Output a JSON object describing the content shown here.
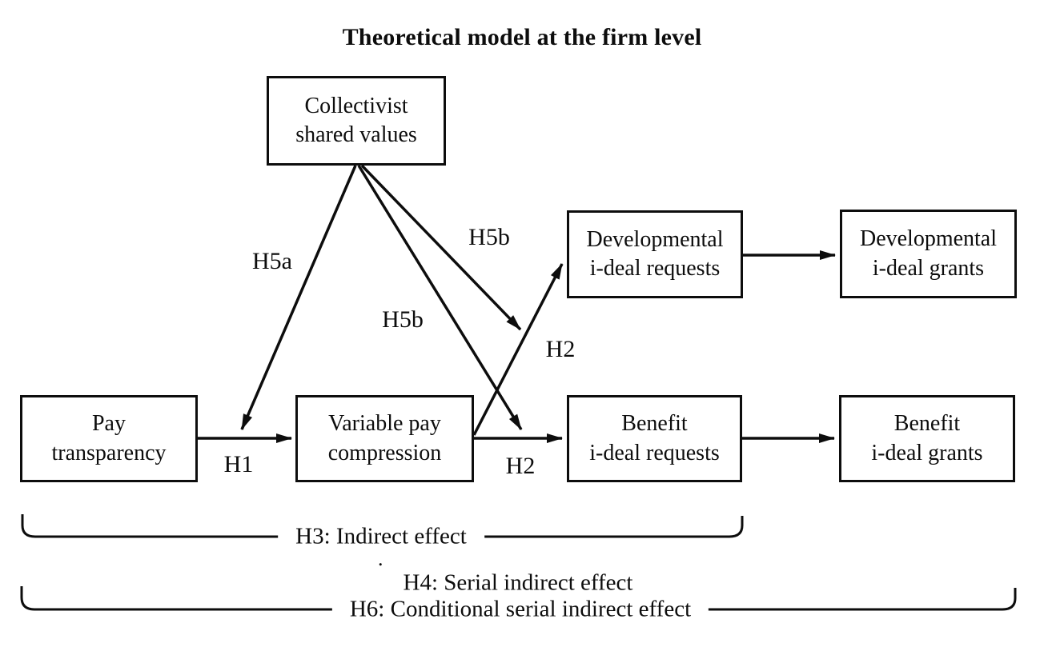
{
  "title": "Theoretical model at the firm level",
  "nodes": {
    "collectivist": {
      "label": "Collectivist\nshared values"
    },
    "pay_transparency": {
      "label": "Pay\ntransparency"
    },
    "variable_pay": {
      "label": "Variable pay\ncompression"
    },
    "dev_requests": {
      "label": "Developmental\ni-deal requests"
    },
    "dev_grants": {
      "label": "Developmental\ni-deal grants"
    },
    "benefit_requests": {
      "label": "Benefit\ni-deal requests"
    },
    "benefit_grants": {
      "label": "Benefit\ni-deal grants"
    }
  },
  "path_labels": {
    "h1": "H1",
    "h2_developmental": "H2",
    "h2_benefit": "H2",
    "h5a": "H5a",
    "h5b_upper": "H5b",
    "h5b_lower": "H5b"
  },
  "effect_labels": {
    "h3": "H3: Indirect effect",
    "h4": "H4: Serial indirect effect",
    "h6": "H6: Conditional serial indirect effect"
  },
  "stray_mark": ".",
  "colors": {
    "ink": "#0d0d0d",
    "background": "#ffffff"
  }
}
